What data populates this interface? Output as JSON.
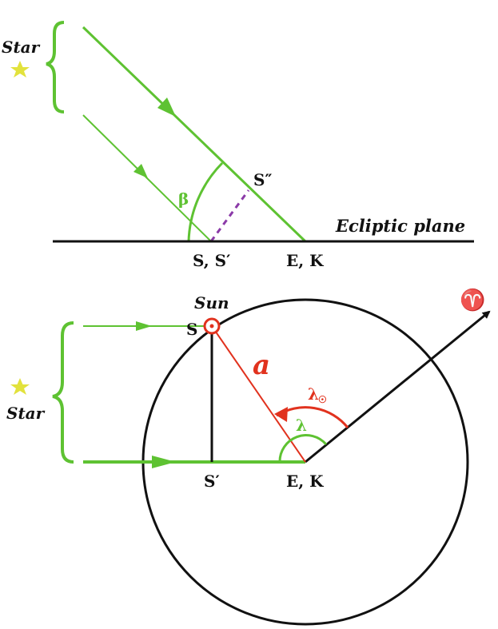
{
  "top": {
    "star_label": "Star",
    "beta_label": "β",
    "s_double_prime_label": "S″",
    "ecliptic_label": "Ecliptic plane",
    "s_s_prime_label": "S, S′",
    "e_k_label": "E, K"
  },
  "bottom": {
    "sun_label": "Sun",
    "s_label": "S",
    "a_label": "a",
    "aries_label": "♈",
    "lambda_sun_label": "λ",
    "sun_symbol": "☉",
    "lambda_label": "λ",
    "star_label": "Star",
    "s_prime_label": "S′",
    "e_k_label": "E, K"
  },
  "colors": {
    "green": "#5ec232",
    "red": "#e1321e",
    "black": "#111111",
    "purple": "#8b3aa8",
    "star_yellow": "#e2e23c"
  }
}
